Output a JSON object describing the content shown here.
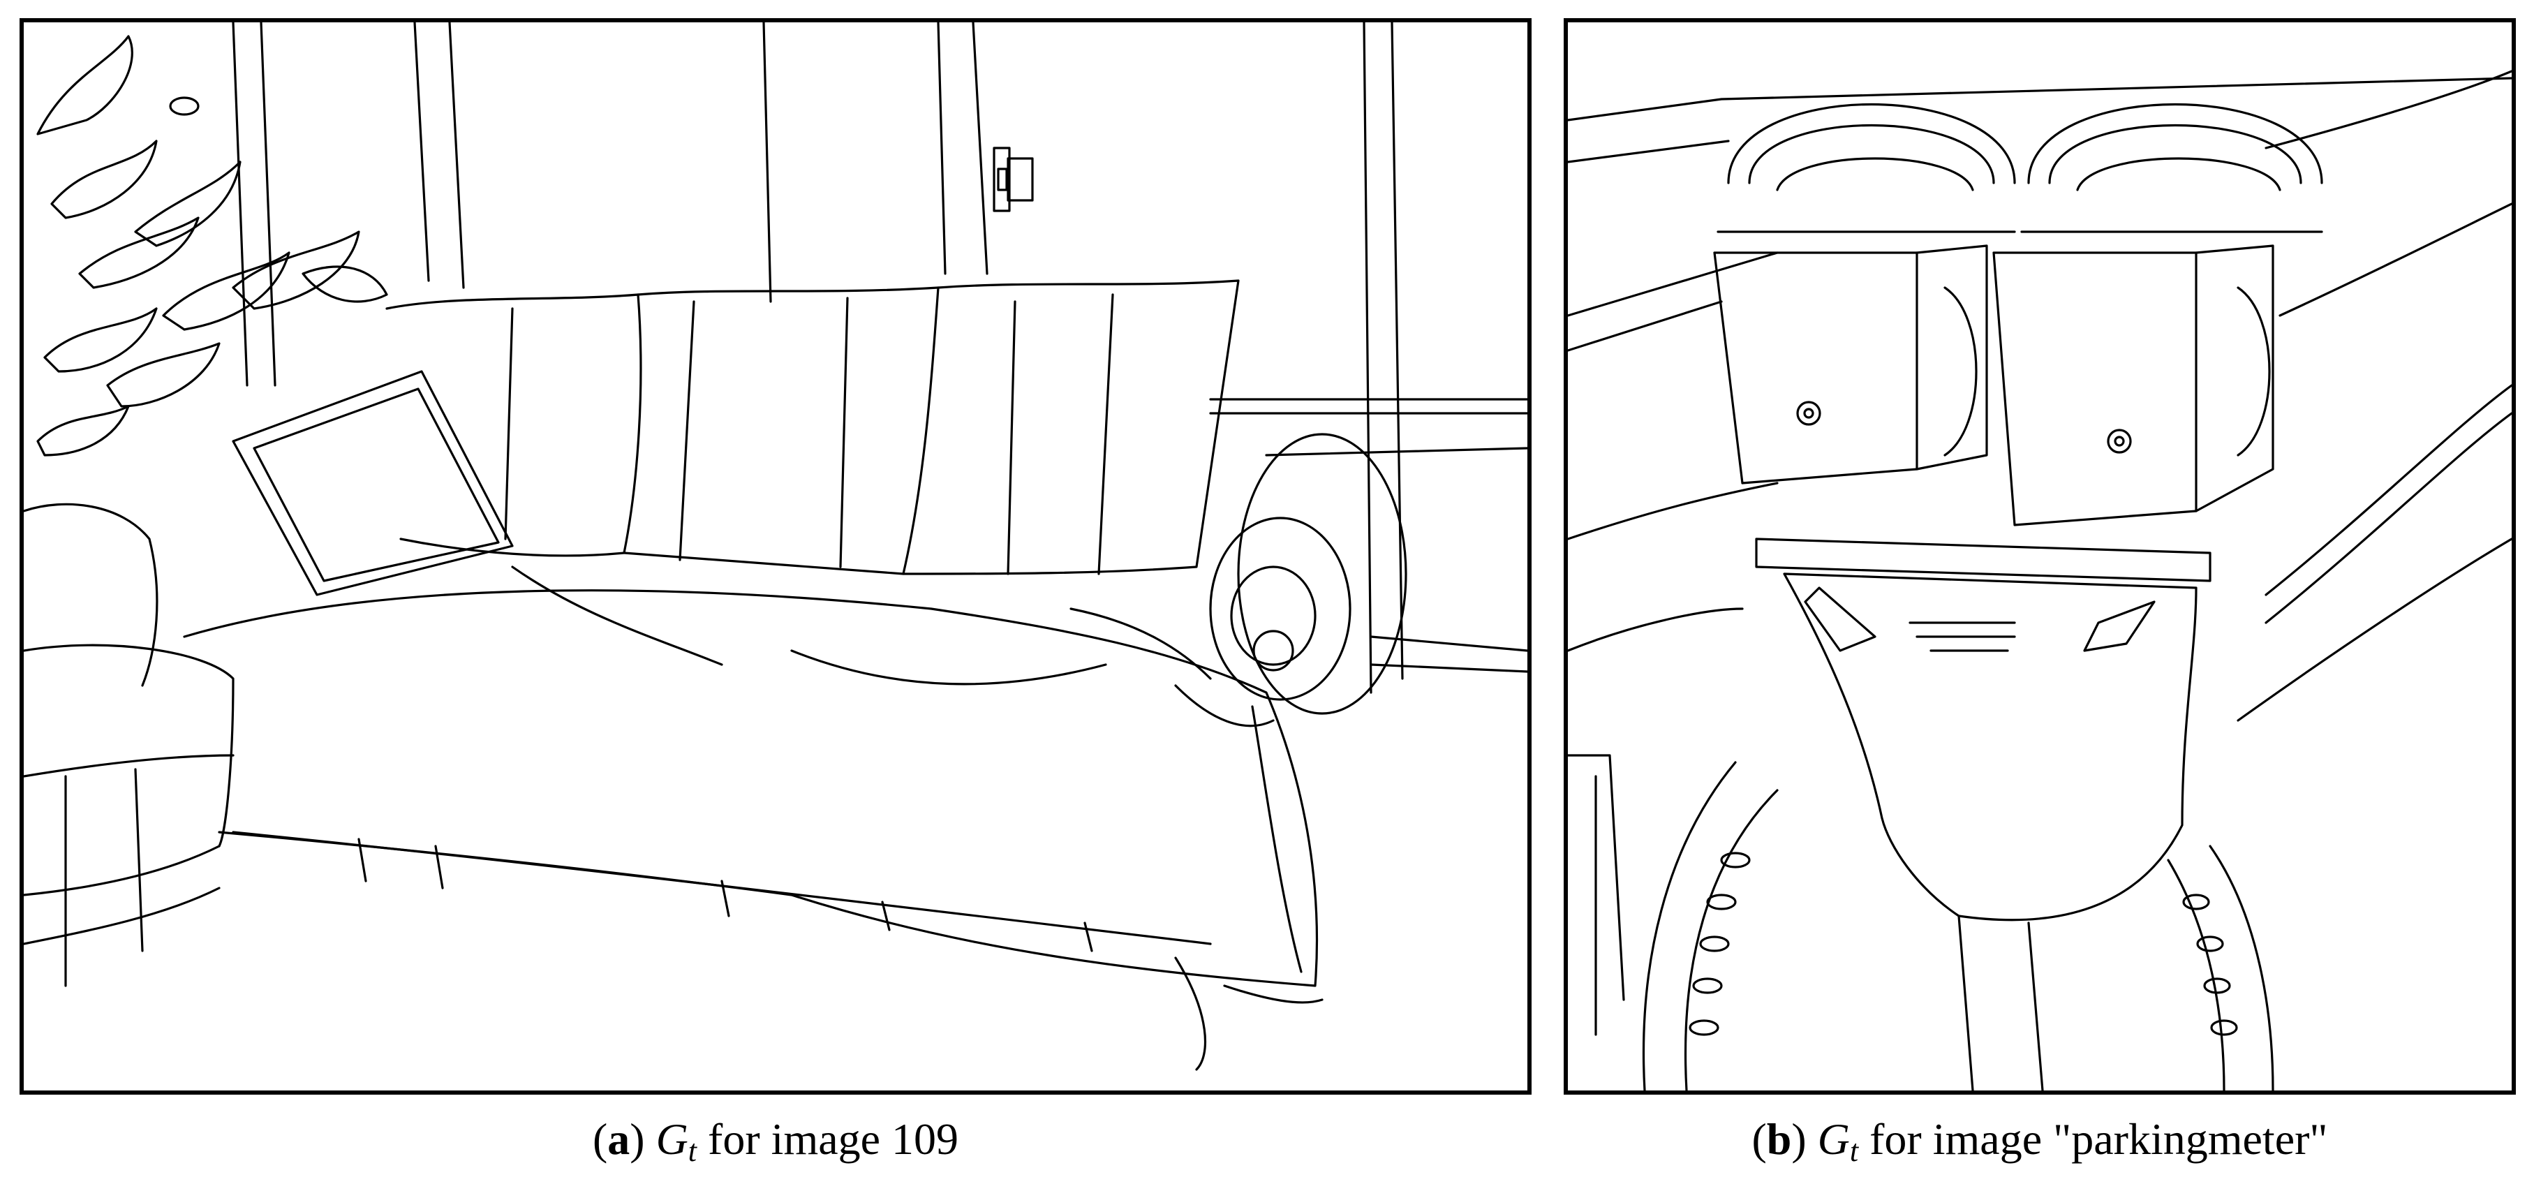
{
  "figure": {
    "panels": [
      {
        "id": "a",
        "label": "a",
        "symbol": "G",
        "subscript": "t",
        "caption_text": " for image 109"
      },
      {
        "id": "b",
        "label": "b",
        "symbol": "G",
        "subscript": "t",
        "caption_text": " for image \"parkingmeter\""
      }
    ]
  }
}
